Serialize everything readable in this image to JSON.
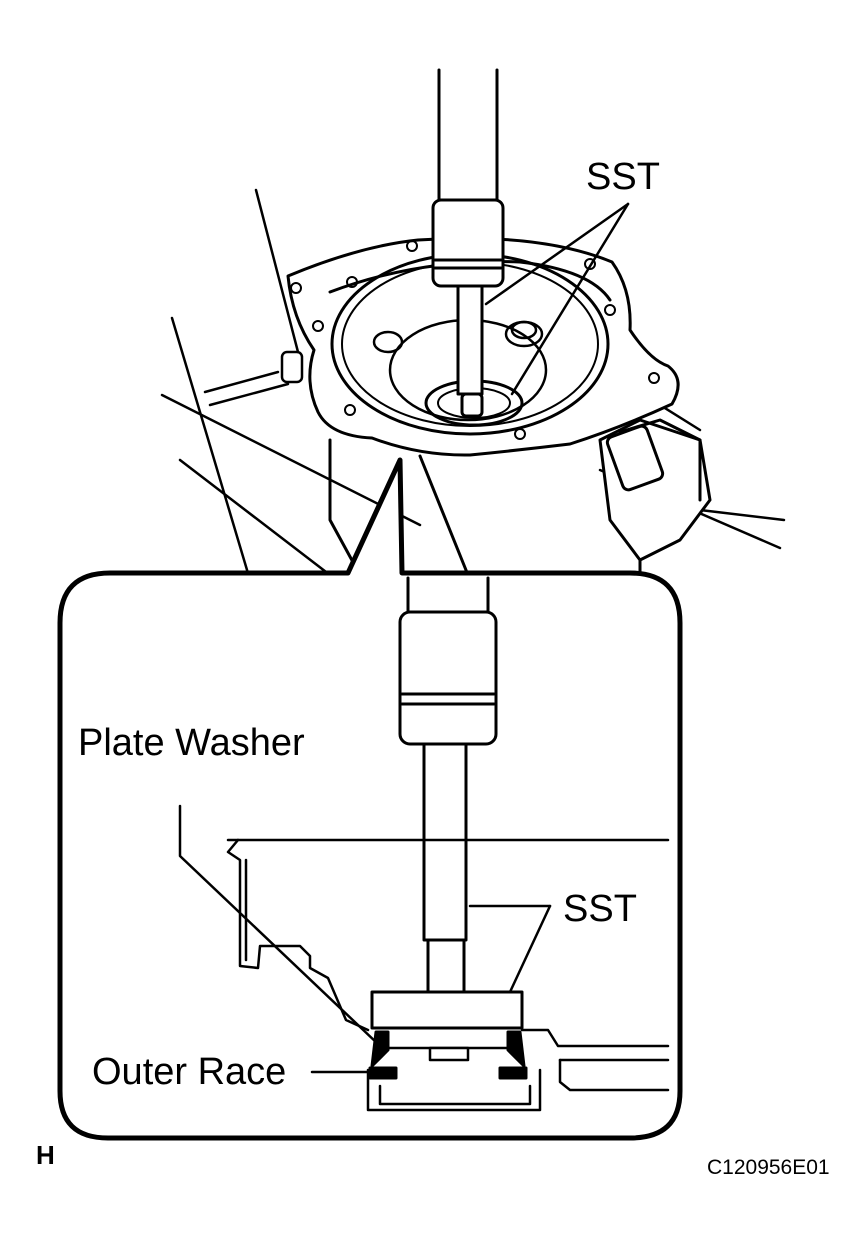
{
  "labels": {
    "sst_top": "SST",
    "plate_washer": "Plate Washer",
    "sst_detail": "SST",
    "outer_race": "Outer Race",
    "step": "H",
    "figure_code": "C120956E01"
  },
  "colors": {
    "line": "#000000",
    "fill": "#ffffff",
    "part_black": "#000000"
  }
}
